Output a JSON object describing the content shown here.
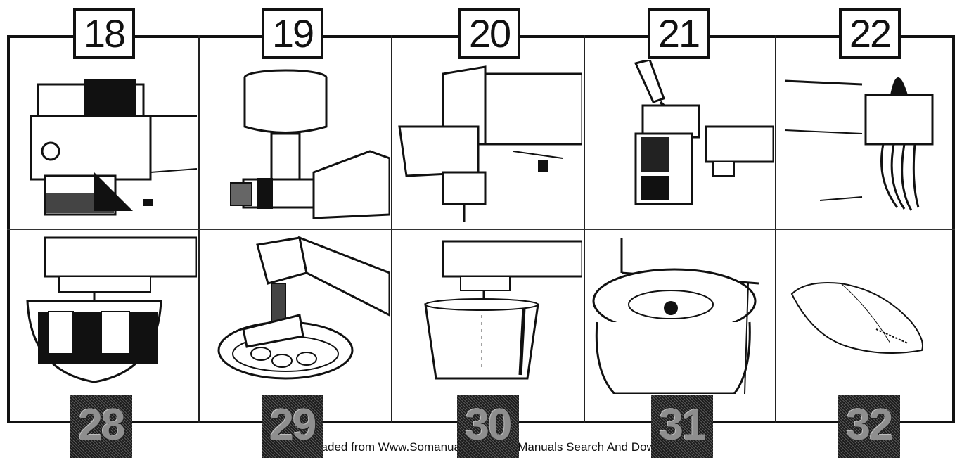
{
  "figure_numbers_top": [
    "18",
    "19",
    "20",
    "21",
    "22"
  ],
  "figure_numbers_bottom": [
    "28",
    "29",
    "30",
    "31",
    "32"
  ],
  "footer": {
    "text": "Downloaded from Www.Somanuals.com. All Manuals Search And Download."
  }
}
